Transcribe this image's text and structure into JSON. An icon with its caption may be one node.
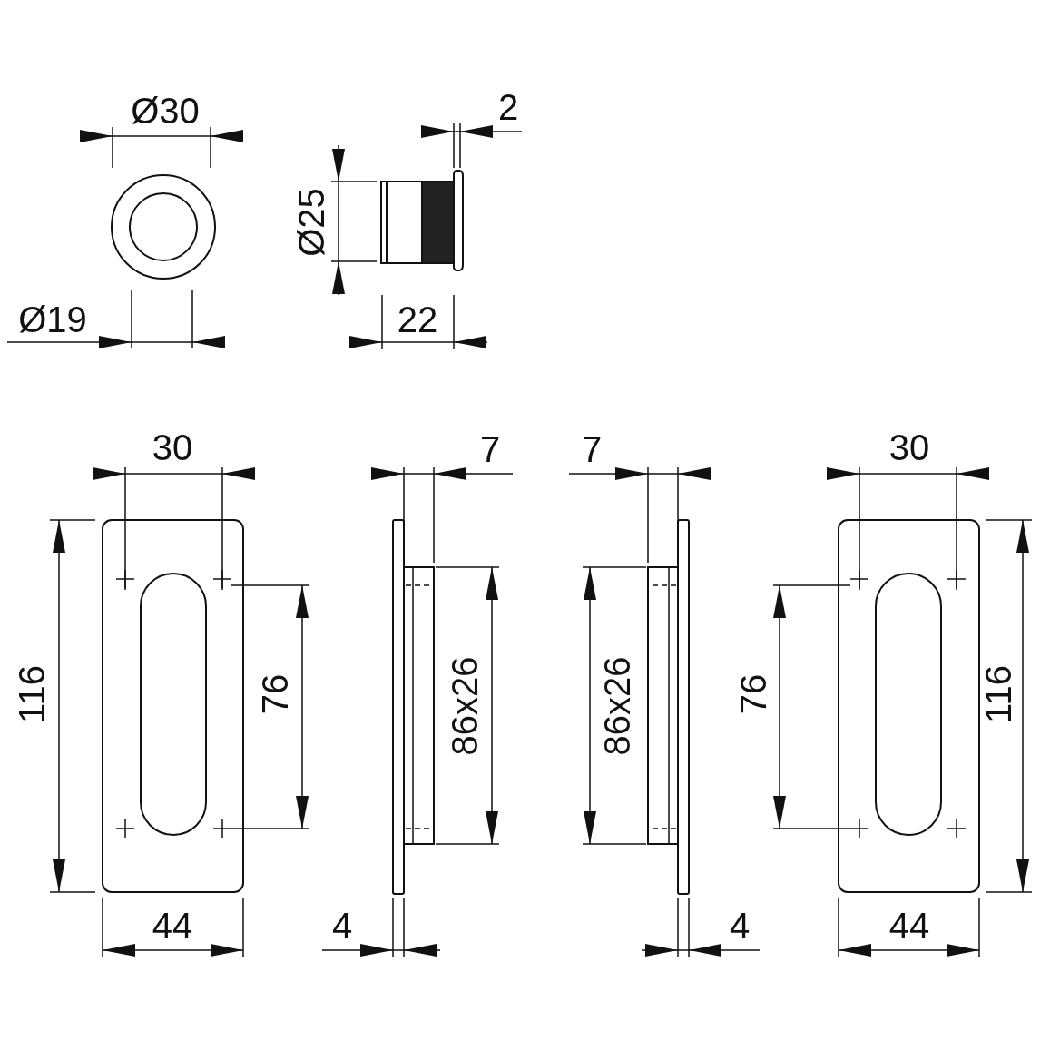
{
  "diagram": {
    "labels": [
      "Ø30",
      "2",
      "Ø25",
      "Ø19",
      "22",
      "30",
      "7",
      "7",
      "30",
      "116",
      "76",
      "86x26",
      "86x26",
      "76",
      "116",
      "44",
      "4",
      "4",
      "44"
    ]
  }
}
